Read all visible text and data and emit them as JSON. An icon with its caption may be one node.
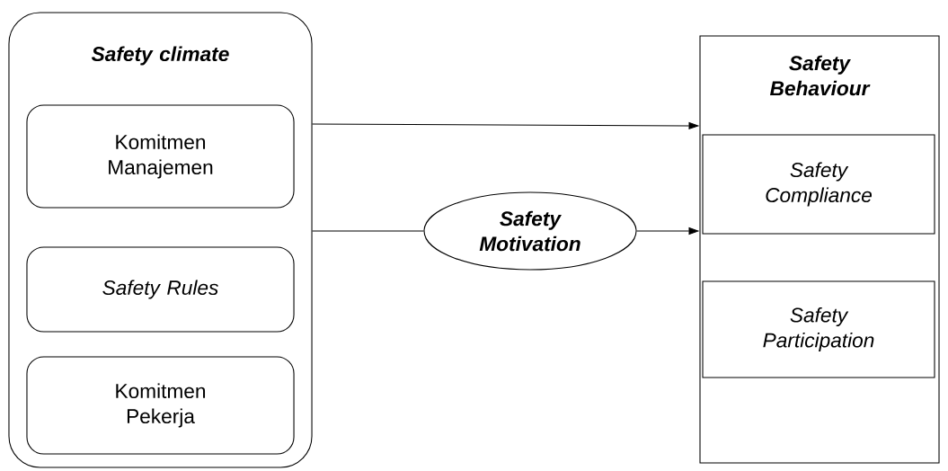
{
  "diagram": {
    "nodes": [
      {
        "text": [
          "Safety climate"
        ]
      },
      {
        "text": [
          "Komitmen Manajemen"
        ],
        "in": 0
      },
      {
        "text": [
          "Safety Rules"
        ],
        "in": 0
      },
      {
        "text": [
          "Komitmen Pekerja"
        ],
        "in": 0
      },
      {
        "text": [
          "Safety Motivation"
        ]
      },
      {
        "text": [
          "Safety Behaviour"
        ]
      },
      {
        "text": [
          "Safety Compliance"
        ],
        "in": 5
      },
      {
        "text": [
          "Safety Participation"
        ],
        "in": 5
      }
    ],
    "edges": [
      {
        "from": 0,
        "to": 5,
        "arrow": "to"
      },
      {
        "from": 0,
        "to": 4,
        "arrow": "none"
      },
      {
        "from": 4,
        "to": 5,
        "arrow": "to"
      }
    ]
  }
}
